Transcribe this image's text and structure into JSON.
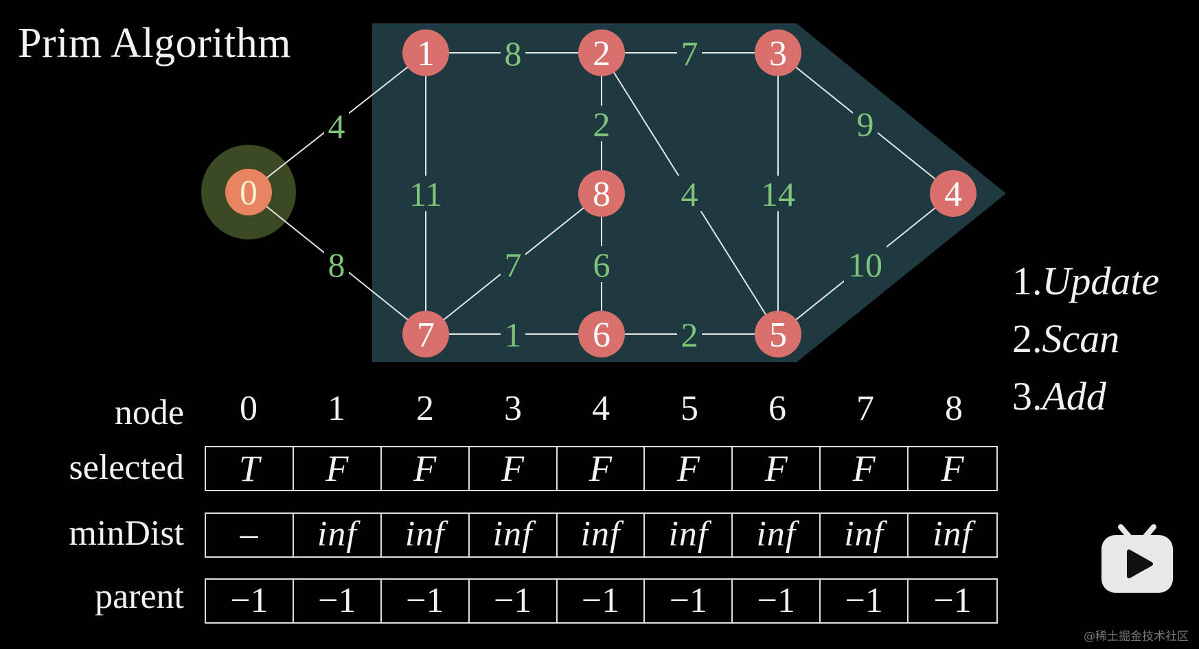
{
  "title": "Prim Algorithm",
  "steps": [
    {
      "num": "1.",
      "word": "Update"
    },
    {
      "num": "2.",
      "word": "Scan"
    },
    {
      "num": "3.",
      "word": "Add"
    }
  ],
  "colors": {
    "panel": "#1e3a40",
    "node_fill": "#d9706b",
    "start_node_fill": "#e8845f",
    "start_glow": "#3c4a23",
    "edge": "#e6e6e6",
    "weight_text": "#7fc47a"
  },
  "graph": {
    "nodes": [
      {
        "id": "0",
        "label": "0",
        "selected": true
      },
      {
        "id": "1",
        "label": "1"
      },
      {
        "id": "2",
        "label": "2"
      },
      {
        "id": "3",
        "label": "3"
      },
      {
        "id": "4",
        "label": "4"
      },
      {
        "id": "5",
        "label": "5"
      },
      {
        "id": "6",
        "label": "6"
      },
      {
        "id": "7",
        "label": "7"
      },
      {
        "id": "8",
        "label": "8"
      }
    ],
    "edges": [
      {
        "from": "0",
        "to": "1",
        "weight": "4"
      },
      {
        "from": "0",
        "to": "7",
        "weight": "8"
      },
      {
        "from": "1",
        "to": "2",
        "weight": "8"
      },
      {
        "from": "1",
        "to": "7",
        "weight": "11"
      },
      {
        "from": "2",
        "to": "3",
        "weight": "7"
      },
      {
        "from": "2",
        "to": "8",
        "weight": "2"
      },
      {
        "from": "2",
        "to": "5",
        "weight": "4"
      },
      {
        "from": "3",
        "to": "4",
        "weight": "9"
      },
      {
        "from": "3",
        "to": "5",
        "weight": "14"
      },
      {
        "from": "4",
        "to": "5",
        "weight": "10"
      },
      {
        "from": "5",
        "to": "6",
        "weight": "2"
      },
      {
        "from": "6",
        "to": "7",
        "weight": "1"
      },
      {
        "from": "6",
        "to": "8",
        "weight": "6"
      },
      {
        "from": "7",
        "to": "8",
        "weight": "7"
      }
    ]
  },
  "table": {
    "row_labels": {
      "node": "node",
      "selected": "selected",
      "minDist": "minDist",
      "parent": "parent"
    },
    "nodes": [
      "0",
      "1",
      "2",
      "3",
      "4",
      "5",
      "6",
      "7",
      "8"
    ],
    "selected": [
      "T",
      "F",
      "F",
      "F",
      "F",
      "F",
      "F",
      "F",
      "F"
    ],
    "minDist": [
      "–",
      "inf",
      "inf",
      "inf",
      "inf",
      "inf",
      "inf",
      "inf",
      "inf"
    ],
    "parent": [
      "−1",
      "−1",
      "−1",
      "−1",
      "−1",
      "−1",
      "−1",
      "−1",
      "−1"
    ]
  },
  "watermark": "@稀土掘金技术社区",
  "logo_icon": "tv-play-icon"
}
